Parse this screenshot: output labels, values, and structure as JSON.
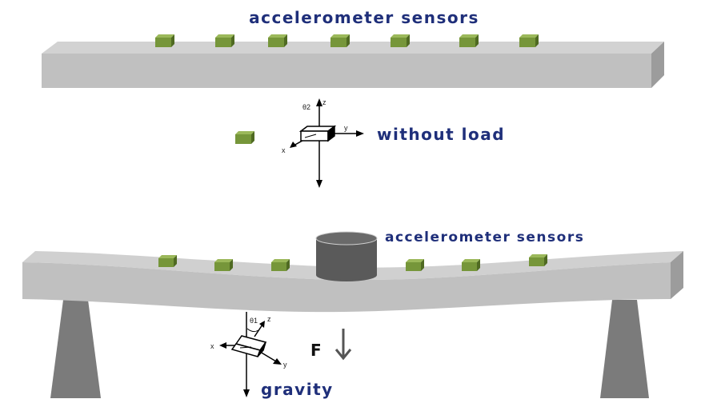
{
  "labels": {
    "top_title": "accelerometer sensors",
    "without_load": "without load",
    "bottom_title": "accelerometer sensors",
    "force": "F",
    "gravity": "gravity"
  },
  "axes_unloaded": {
    "z": "z",
    "y": "y",
    "x": "x",
    "angle": "θ2"
  },
  "axes_loaded": {
    "z": "z",
    "y": "y",
    "x": "x",
    "angle": "θ1"
  },
  "colors": {
    "title_text": "#1f2f7a",
    "beam_top_face": "#d2d2d2",
    "beam_front_face": "#c0c0c0",
    "beam_side_face": "#9c9c9c",
    "sensor_front": "#76963a",
    "sensor_top": "#9bb85a",
    "sensor_side": "#4f6a22",
    "support": "#7b7b7b",
    "load_body": "#5a5a5a",
    "load_top": "#6a6a6a",
    "force_arrow": "#555555"
  },
  "sensor_counts": {
    "top_beam": 7,
    "bottom_beam": 6
  },
  "icons": {
    "sensor": "sensor-cube-icon",
    "load": "load-cylinder-icon",
    "support": "support-pillar-icon",
    "force_arrow": "arrow-down-icon"
  }
}
